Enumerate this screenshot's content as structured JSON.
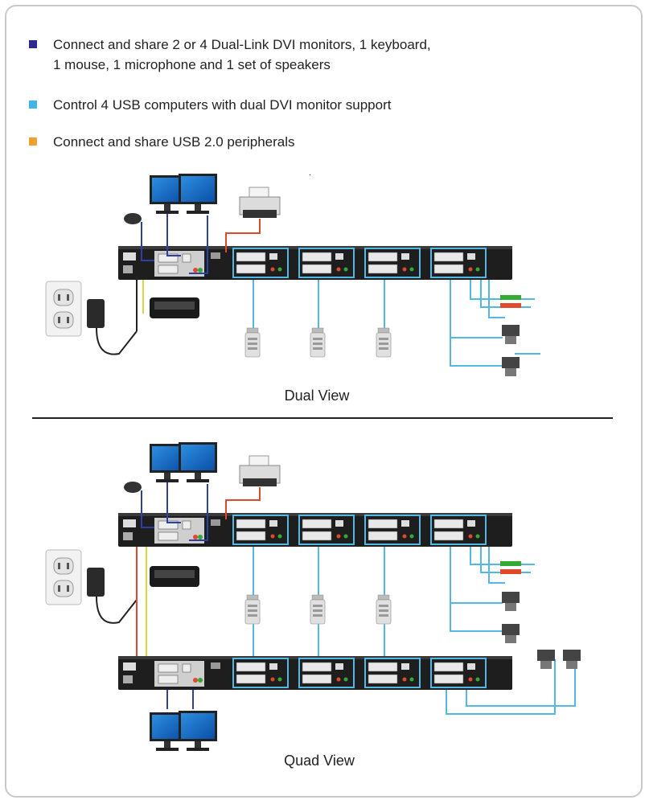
{
  "colors": {
    "bullet_dark_blue": "#2b2b8f",
    "bullet_light_blue": "#3fb6e6",
    "bullet_orange": "#f0a030",
    "cable_blue": "#54b8e4",
    "cable_navy": "#2e3fa6",
    "cable_red": "#e04a2a",
    "cable_yellow": "#d6d640"
  },
  "features": [
    {
      "text_line1": "Connect and share 2 or 4 Dual-Link DVI monitors, 1 keyboard,",
      "text_line2": "1 mouse, 1 microphone and 1 set of speakers"
    },
    {
      "text_line1": "Control 4 USB computers with dual DVI monitor support",
      "text_line2": ""
    },
    {
      "text_line1": "Connect and share USB 2.0 peripherals",
      "text_line2": ""
    }
  ],
  "diagrams": {
    "dual_view_caption": "Dual View",
    "quad_view_caption": "Quad View"
  },
  "icons": [
    "monitor-icon",
    "printer-icon",
    "mouse-icon",
    "keyboard-icon",
    "power-outlet-icon",
    "power-adapter-icon",
    "kvm-switch-icon",
    "usb-drive-icon",
    "computer-tower-icon",
    "dvi-connector-icon",
    "audio-plug-icon"
  ]
}
